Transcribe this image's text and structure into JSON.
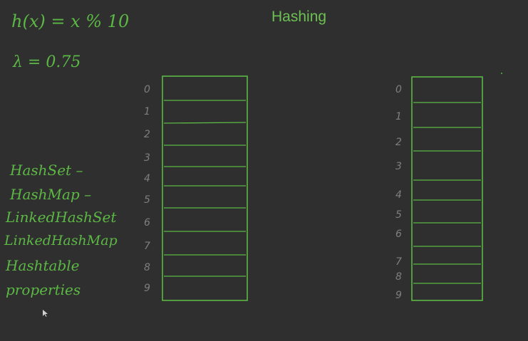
{
  "title": "Hashing",
  "hash_function": "h(x) = x % 10",
  "load_factor": "λ = 0.75",
  "collections": [
    "HashSet –",
    "HashMap –",
    "LinkedHashSet",
    "LinkedHashMap",
    "Hashtable",
    "properties"
  ],
  "table_left": {
    "indices": [
      "0",
      "1",
      "2",
      "3",
      "4",
      "5",
      "6",
      "7",
      "8",
      "9"
    ]
  },
  "table_right": {
    "indices": [
      "0",
      "1",
      "2",
      "3",
      "4",
      "5",
      "6",
      "7",
      "8",
      "9"
    ]
  },
  "colors": {
    "background": "#2f2f2f",
    "ink": "#5cb844",
    "index_ink": "#7f7f7f"
  }
}
